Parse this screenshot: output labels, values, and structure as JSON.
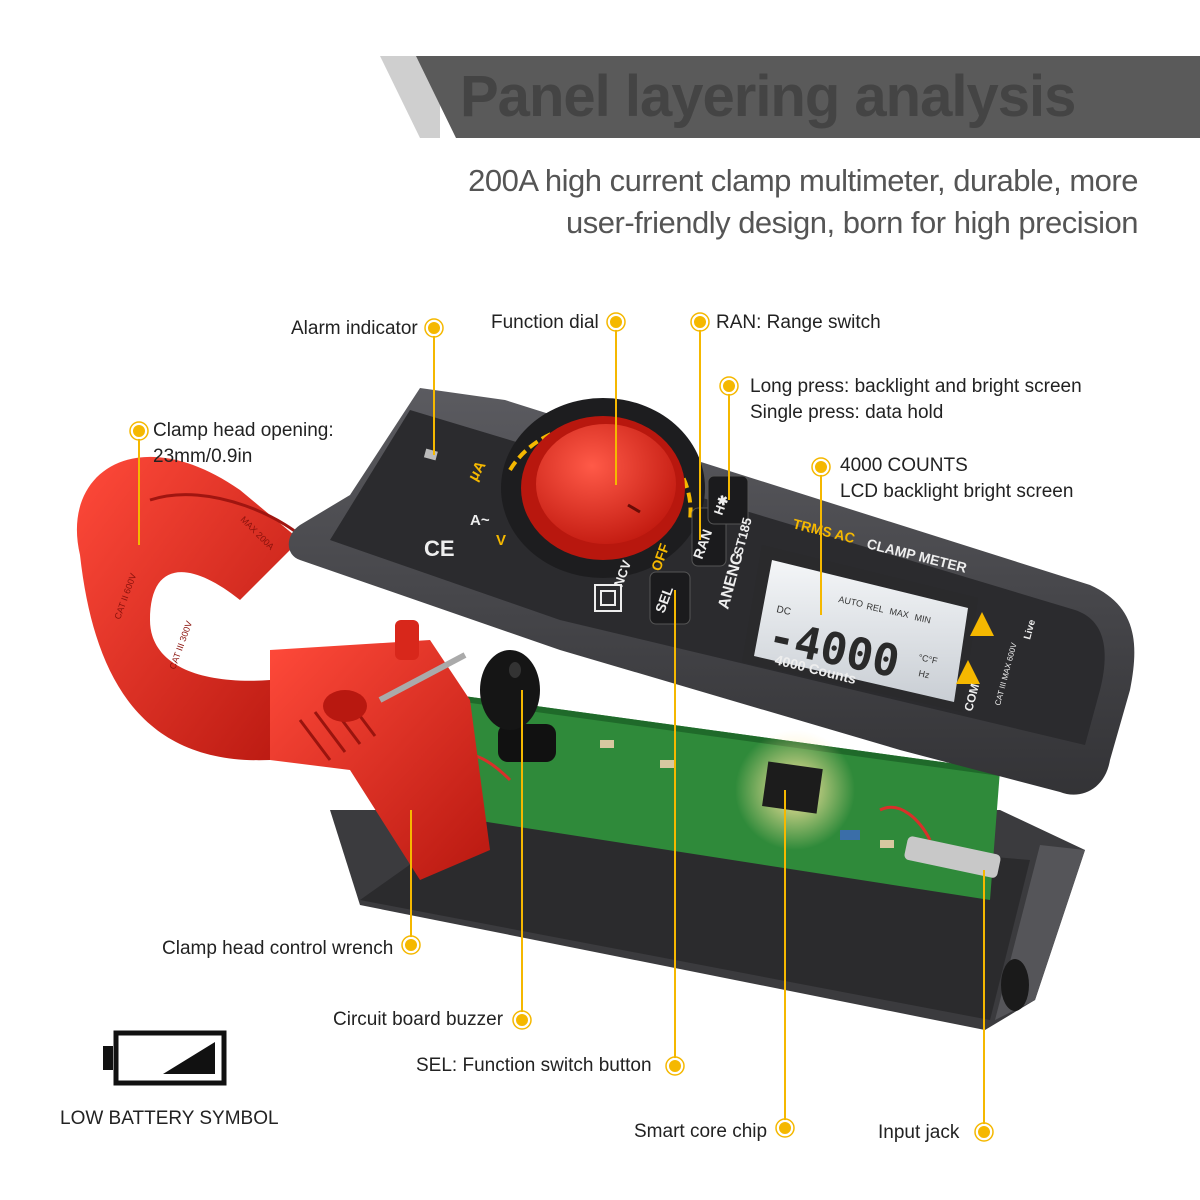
{
  "header": {
    "title": "Panel layering analysis",
    "subtitle_line1": "200A high current clamp multimeter, durable, more",
    "subtitle_line2": "user-friendly design, born for high precision"
  },
  "callouts": {
    "alarm_indicator": "Alarm indicator",
    "function_dial": "Function dial",
    "ran_range_switch": "RAN: Range switch",
    "hold_line1": "Long press: backlight and bright screen",
    "hold_line2": "Single press: data hold",
    "clamp_opening_line1": "Clamp head opening:",
    "clamp_opening_line2": "23mm/0.9in",
    "counts_line1": "4000 COUNTS",
    "counts_line2": "LCD backlight bright screen",
    "clamp_wrench": "Clamp head control wrench",
    "buzzer": "Circuit board buzzer",
    "sel_button": "SEL: Function switch button",
    "core_chip": "Smart core chip",
    "input_jack": "Input jack"
  },
  "device": {
    "brand": "ANENG",
    "model": "ST185",
    "trms": "TRMS AC",
    "clamp_meter": "CLAMP METER",
    "counts": "4000 Counts",
    "lcd_reading": "-4000",
    "lcd_dc": "DC",
    "lcd_auto": "AUTO",
    "lcd_rel": "REL",
    "lcd_max": "MAX",
    "lcd_min": "MIN",
    "lcd_unit_temp": "°C°F",
    "lcd_unit_hz": "Hz",
    "btn_ran": "RAN",
    "btn_sel": "SEL",
    "btn_h": "H✱",
    "dial_ua": "μA",
    "dial_a": "A~",
    "dial_v": "V",
    "dial_ncv": "NCV",
    "dial_off": "OFF",
    "com_label": "COM",
    "cat_label": "CAT III MAX 600V",
    "live_label": "Live",
    "jaw_max": "MAX 200A",
    "jaw_cat1": "CAT II 600V",
    "jaw_cat2": "CAT III 300V"
  },
  "battery": {
    "caption": "LOW BATTERY SYMBOL"
  },
  "colors": {
    "accent": "#F5B800",
    "banner_dark": "#5a5a5a",
    "banner_light": "#cfcfcf",
    "clamp_red": "#e0261b",
    "body_gray": "#4a4a4e",
    "pcb_green": "#2f8a3a"
  }
}
